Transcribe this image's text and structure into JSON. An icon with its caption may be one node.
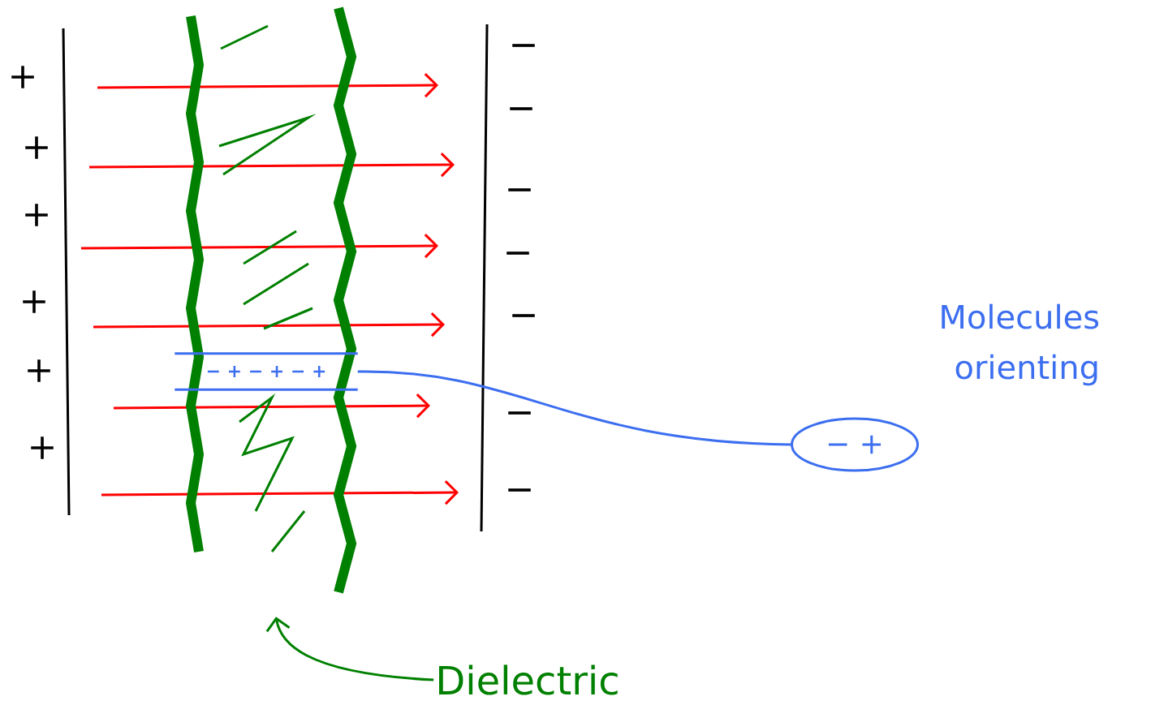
{
  "diagram": {
    "nodes": [
      {
        "text": [],
        "shape": "box"
      },
      {
        "text": [
          "Dielectric"
        ]
      },
      {
        "text": [
          "− + − + − +"
        ]
      },
      {
        "text": [
          "− +"
        ]
      }
    ],
    "edges": [
      {
        "from": 1,
        "to": 0,
        "arrow": "to",
        "color": "#008000"
      },
      {
        "from": 3,
        "to": 2,
        "arrow": "none",
        "color": "#3c6ef0"
      }
    ],
    "labels": [
      "+",
      "+",
      "+",
      "+",
      "+",
      "+",
      "−",
      "−",
      "−",
      "−",
      "−",
      "−",
      "−",
      "Molecules orienting"
    ]
  }
}
